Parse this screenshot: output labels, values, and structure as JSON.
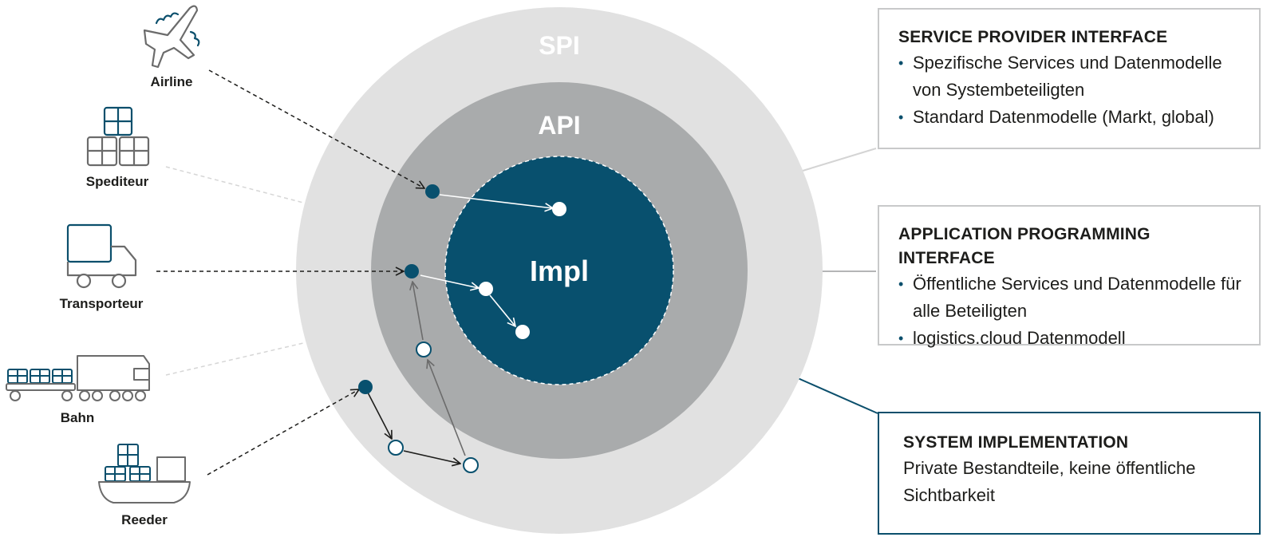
{
  "rings": {
    "spi": "SPI",
    "api": "API",
    "impl": "Impl"
  },
  "actors": [
    {
      "label": "Airline",
      "icon": "airplane-icon"
    },
    {
      "label": "Spediteur",
      "icon": "boxes-icon"
    },
    {
      "label": "Transporteur",
      "icon": "truck-icon"
    },
    {
      "label": "Bahn",
      "icon": "train-icon"
    },
    {
      "label": "Reeder",
      "icon": "ship-icon"
    }
  ],
  "boxes": {
    "spi": {
      "title": "SERVICE PROVIDER INTERFACE",
      "items": [
        "Spezifische Services und Datenmodelle von Systembeteiligten",
        "Standard Datenmodelle (Markt, global)"
      ]
    },
    "api": {
      "title": "APPLICATION PROGRAMMING INTERFACE",
      "items": [
        "Öffentliche Services und Datenmodelle für alle Beteiligten",
        "logistics.cloud Datenmodell"
      ]
    },
    "impl": {
      "title": "SYSTEM IMPLEMENTATION",
      "description": "Private Bestandteile, keine öffentliche Sichtbarkeit"
    }
  },
  "colors": {
    "spi_ring": "#e1e1e1",
    "api_ring": "#a9abac",
    "impl_core": "#08506e",
    "accent": "#0b4f6c",
    "icon_stroke": "#6b6b6b"
  }
}
